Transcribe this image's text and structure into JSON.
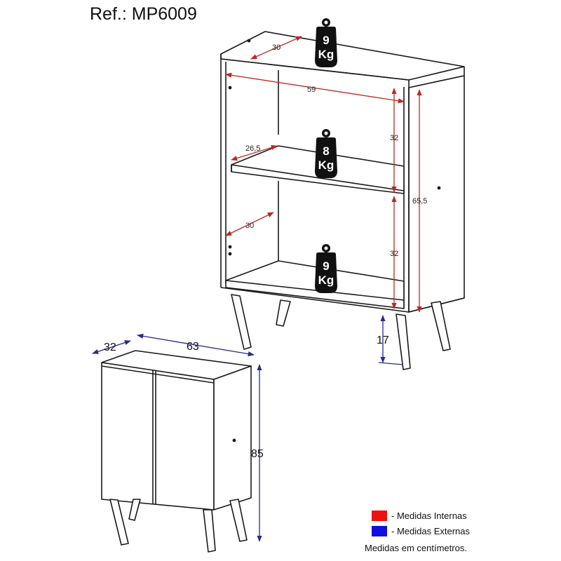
{
  "title": "Ref.: MP6009",
  "dimensions": {
    "shelf_depth_top": "30",
    "inner_width": "59",
    "shelf_depth_mid": "26,5",
    "shelf_depth_bottom": "30",
    "inner_height_upper": "32",
    "inner_height_lower": "32",
    "body_height": "65,5",
    "leg_height": "17",
    "outer_depth": "32",
    "outer_width": "63",
    "outer_height": "85"
  },
  "weights": {
    "top": {
      "value": "9",
      "unit": "Kg"
    },
    "middle": {
      "value": "8",
      "unit": "Kg"
    },
    "bottom": {
      "value": "9",
      "unit": "Kg"
    }
  },
  "legend": {
    "internal": "- Medidas Internas",
    "external": "- Medidas Externas",
    "note": "Medidas em centímetros.",
    "internal_color": "#ee1111",
    "external_color": "#1010dd"
  },
  "colors": {
    "line": "#1a1a1a",
    "internal_dim": "#c0281e",
    "external_dim": "#2a2a8c",
    "weight_fill": "#111111"
  }
}
